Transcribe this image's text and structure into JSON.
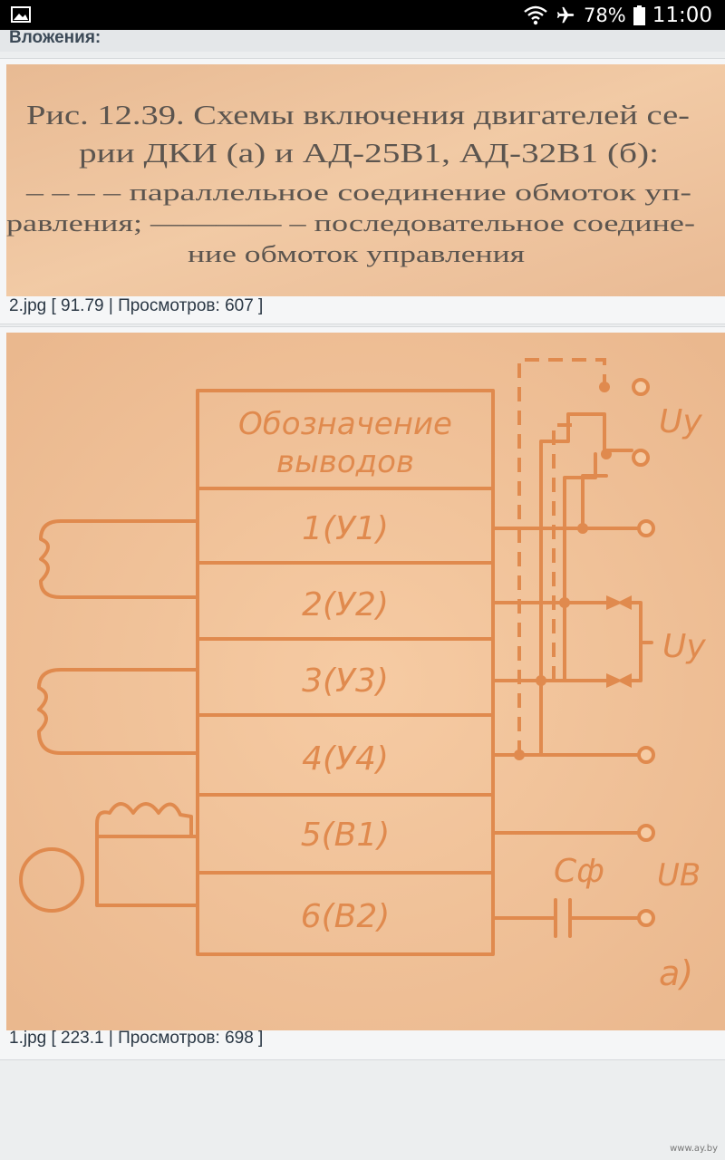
{
  "status_bar": {
    "battery_percent": "78%",
    "time": "11:00",
    "icons": [
      "image-icon",
      "wifi-icon",
      "airplane-icon",
      "battery-icon"
    ]
  },
  "attachments": {
    "header": "Вложения:",
    "items": [
      {
        "caption": "2.jpg [ 91.79 | Просмотров: 607 ]",
        "photo_text": {
          "line1": "Рис. 12.39. Схемы включения двигателей се-",
          "line2": "рии ДКИ (а) и АД-25В1, АД-32В1 (б):",
          "line3": "– – – – параллельное соединение обмоток уп-",
          "line4": "равления; ———— – последовательное соедине-",
          "line5": "ние обмоток управления"
        }
      },
      {
        "caption": "1.jpg [ 223.1 | Просмотров: 698 ]",
        "diagram": {
          "header_line1": "Обозначение",
          "header_line2": "выводов",
          "terminals": [
            "1(У1)",
            "2(У2)",
            "3(У3)",
            "4(У4)",
            "5(В1)",
            "6(В2)"
          ],
          "label_uy_top": "Uy",
          "label_uy_mid": "Uy",
          "label_cf": "Cф",
          "label_ub": "UB",
          "label_a": "а)"
        }
      }
    ]
  },
  "watermark": "www.ay.by",
  "colors": {
    "photo_paper": "#f0bf92",
    "ink": "#e08a4e",
    "status_bar": "#000000"
  }
}
